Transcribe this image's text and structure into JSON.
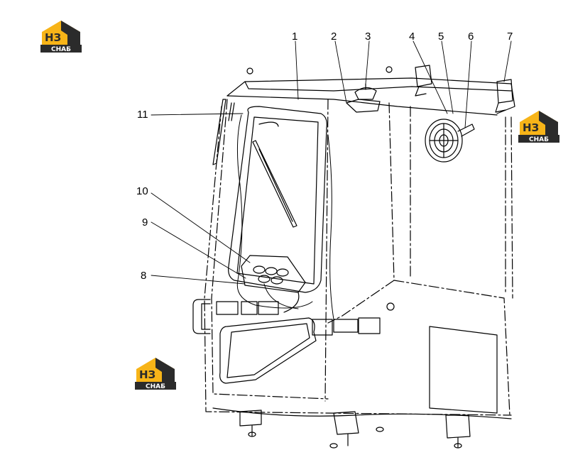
{
  "brand": {
    "logo_mark": "НЗ",
    "logo_text": "СНАБ",
    "colors": {
      "yellow": "#f7b418",
      "dark": "#2b2b2b"
    }
  },
  "callouts": [
    {
      "id": "1",
      "label": "1"
    },
    {
      "id": "2",
      "label": "2"
    },
    {
      "id": "3",
      "label": "3"
    },
    {
      "id": "4",
      "label": "4"
    },
    {
      "id": "5",
      "label": "5"
    },
    {
      "id": "6",
      "label": "6"
    },
    {
      "id": "7",
      "label": "7"
    },
    {
      "id": "8",
      "label": "8"
    },
    {
      "id": "9",
      "label": "9"
    },
    {
      "id": "10",
      "label": "10"
    },
    {
      "id": "11",
      "label": "11"
    }
  ]
}
